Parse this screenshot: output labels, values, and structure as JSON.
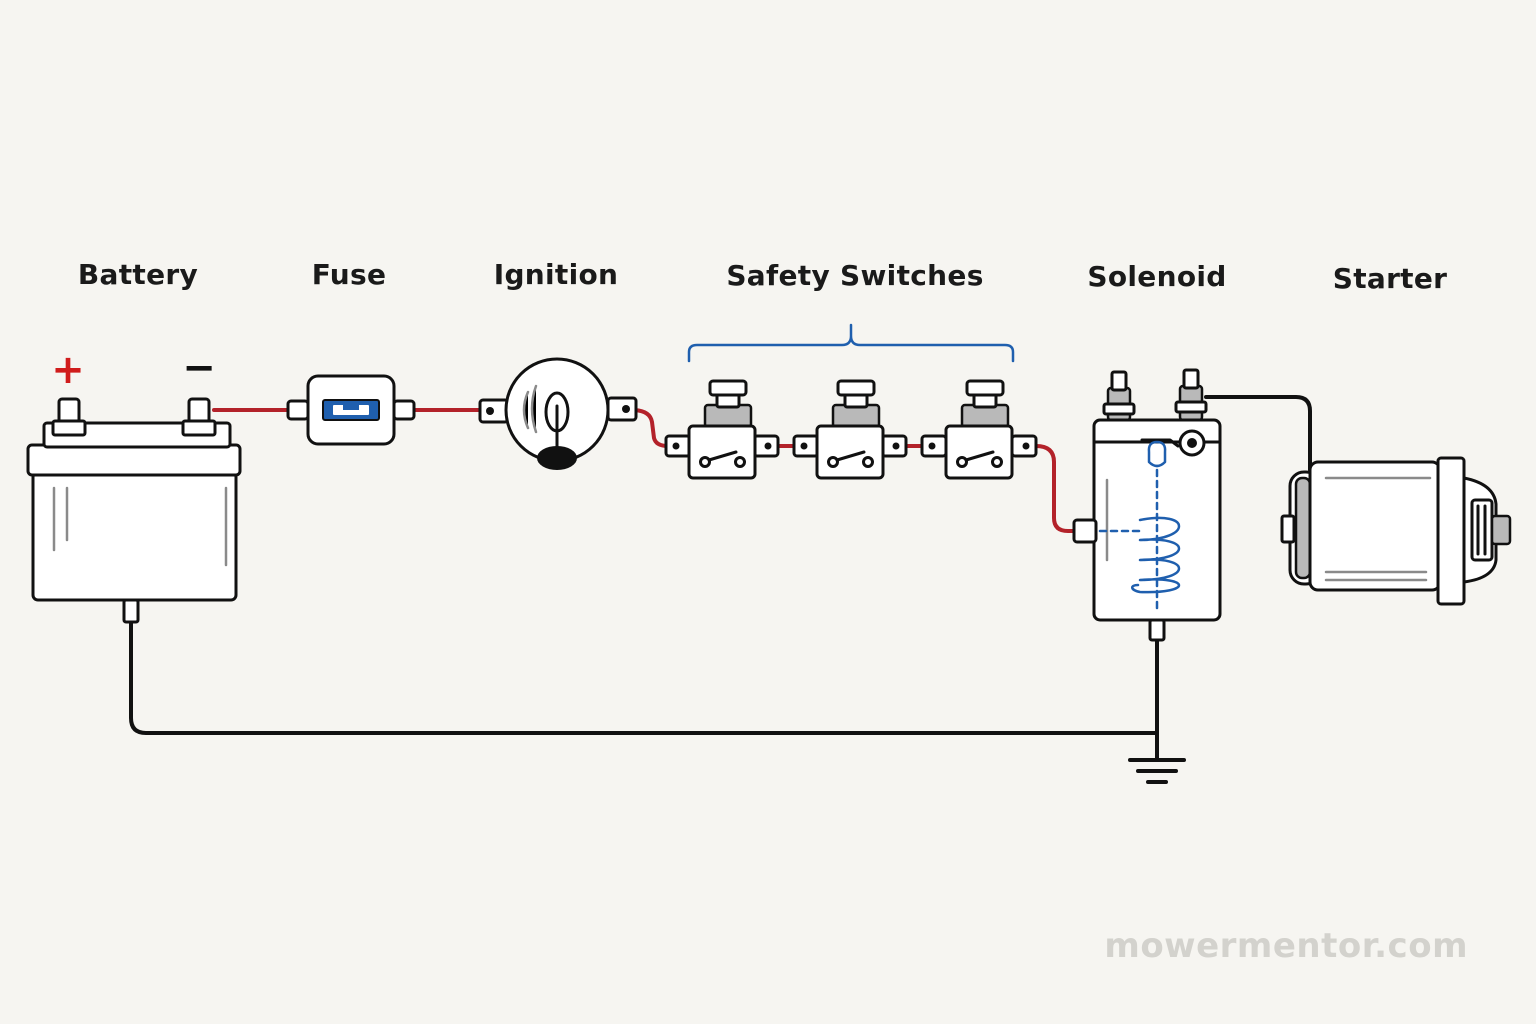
{
  "labels": {
    "battery": "Battery",
    "fuse": "Fuse",
    "ignition": "Ignition",
    "safety_switches": "Safety Switches",
    "solenoid": "Solenoid",
    "starter": "Starter"
  },
  "battery_terminals": {
    "positive": "+",
    "negative": "−"
  },
  "watermark": "mowermentor.com",
  "colors": {
    "power_wire": "#b3222a",
    "ground_wire": "#111111",
    "accent_blue": "#1f5fae",
    "positive_sign": "#d01c1c"
  }
}
